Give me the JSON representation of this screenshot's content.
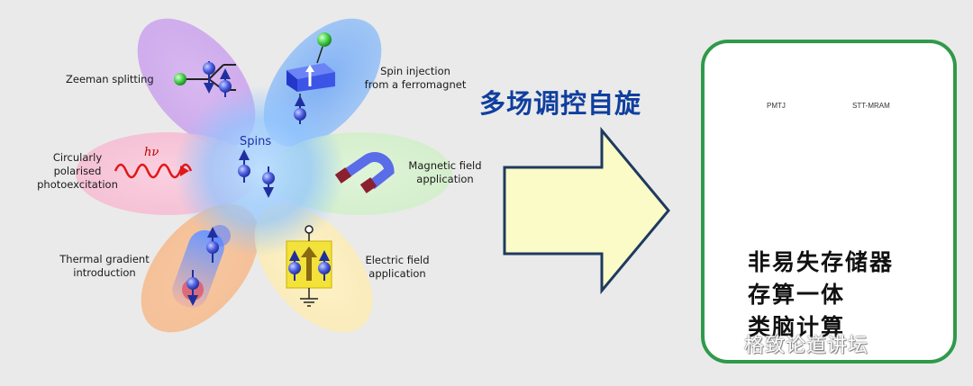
{
  "flower": {
    "center_label": "Spins",
    "petals": [
      {
        "label": "Zeeman splitting"
      },
      {
        "label": "Spin injection\nfrom a ferromagnet"
      },
      {
        "label": "Circularly\npolarised\nphotoexcitation"
      },
      {
        "label": "Magnetic field\napplication"
      },
      {
        "label": "Thermal gradient\nintroduction"
      },
      {
        "label": "Electric field\napplication"
      }
    ],
    "hv_symbol": "hν"
  },
  "heading": "多场调控自旋",
  "device_figure": {
    "pmtj_label": "PMTJ",
    "stt_label": "STT-MRAM"
  },
  "applications": [
    "非易失存储器",
    "存算一体",
    "类脑计算"
  ],
  "watermark": "格致论道讲坛",
  "colors": {
    "heading": "#0f3f9f",
    "panel_border": "#2f9a4a",
    "arrow_fill": "#fbfbc8",
    "arrow_stroke": "#1f3a5f",
    "spin_ball": "#4a5de0",
    "green_ball": "#46d04a"
  }
}
